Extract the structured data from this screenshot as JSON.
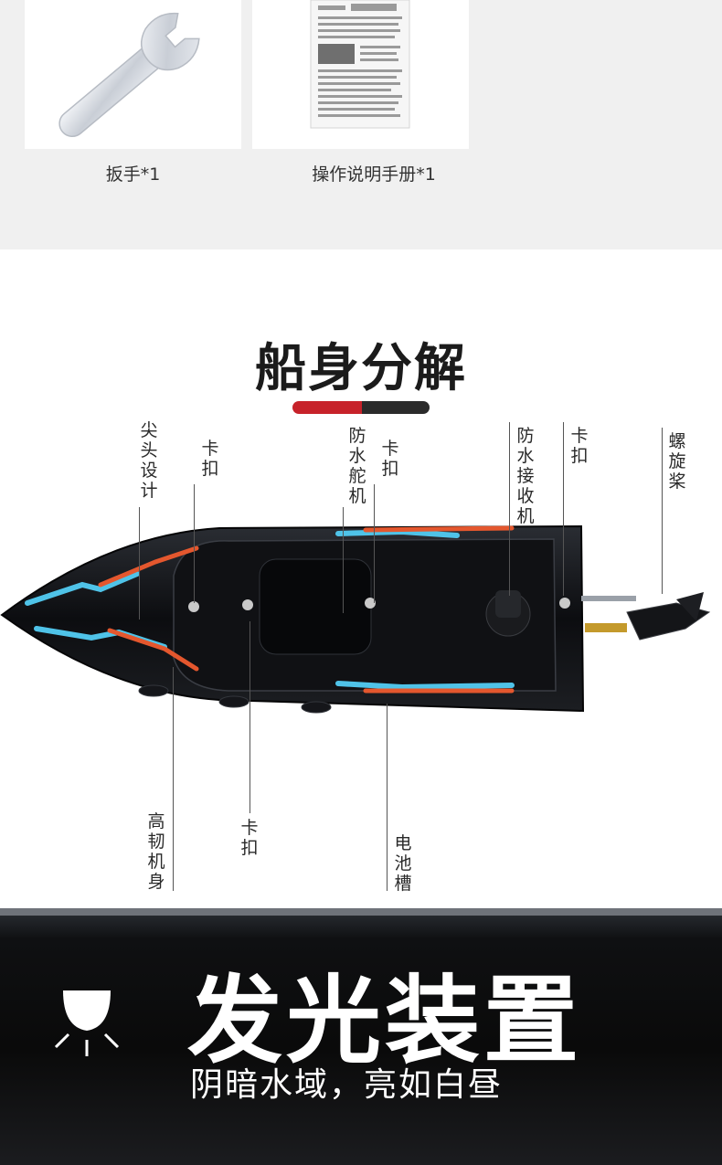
{
  "accessories": {
    "items": [
      {
        "label": "扳手*1",
        "icon": "wrench-icon"
      },
      {
        "label": "操作说明手册*1",
        "icon": "manual-icon"
      }
    ]
  },
  "hull": {
    "title": "船身分解",
    "accent_colors": {
      "red": "#c7222a",
      "dark": "#2b2b2b"
    },
    "callouts_top": [
      {
        "text": "尖头设计"
      },
      {
        "text": "卡扣"
      },
      {
        "text": "防水舵机"
      },
      {
        "text": "卡扣"
      },
      {
        "text": "防水接收机"
      },
      {
        "text": "卡扣"
      },
      {
        "text": "螺旋桨"
      }
    ],
    "callouts_bottom": [
      {
        "text": "高韧机身"
      },
      {
        "text": "卡扣"
      },
      {
        "text": "电池槽"
      }
    ]
  },
  "banner": {
    "title": "发光装置",
    "subtitle": "阴暗水域，亮如白昼",
    "icon": "lamp-icon"
  }
}
